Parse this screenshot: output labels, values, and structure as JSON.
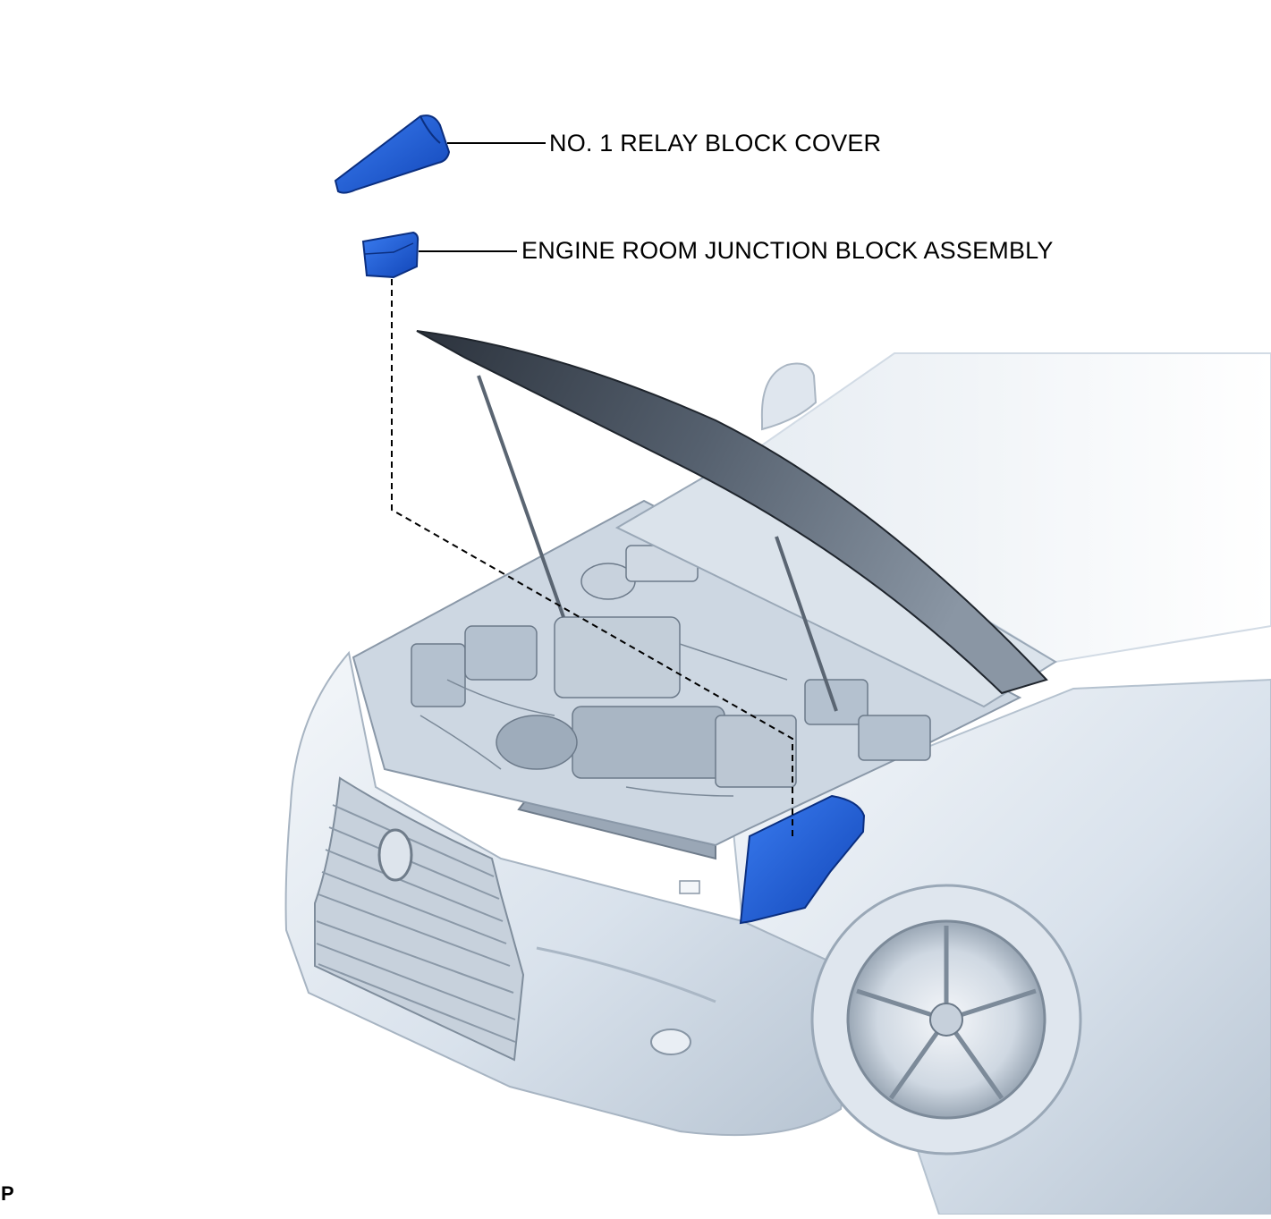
{
  "callouts": {
    "relay_block_cover": "NO. 1 RELAY BLOCK COVER",
    "junction_block": "ENGINE ROOM JUNCTION BLOCK ASSEMBLY"
  },
  "corner_mark": "P",
  "colors": {
    "highlight_part": "#1e63e6",
    "highlight_shade": "#0f3fa6",
    "line": "#000000",
    "body_light": "#eef3f8",
    "body_mid": "#c9d5e2",
    "body_dark": "#8c9aaa",
    "hood_dark": "#3a4350"
  }
}
